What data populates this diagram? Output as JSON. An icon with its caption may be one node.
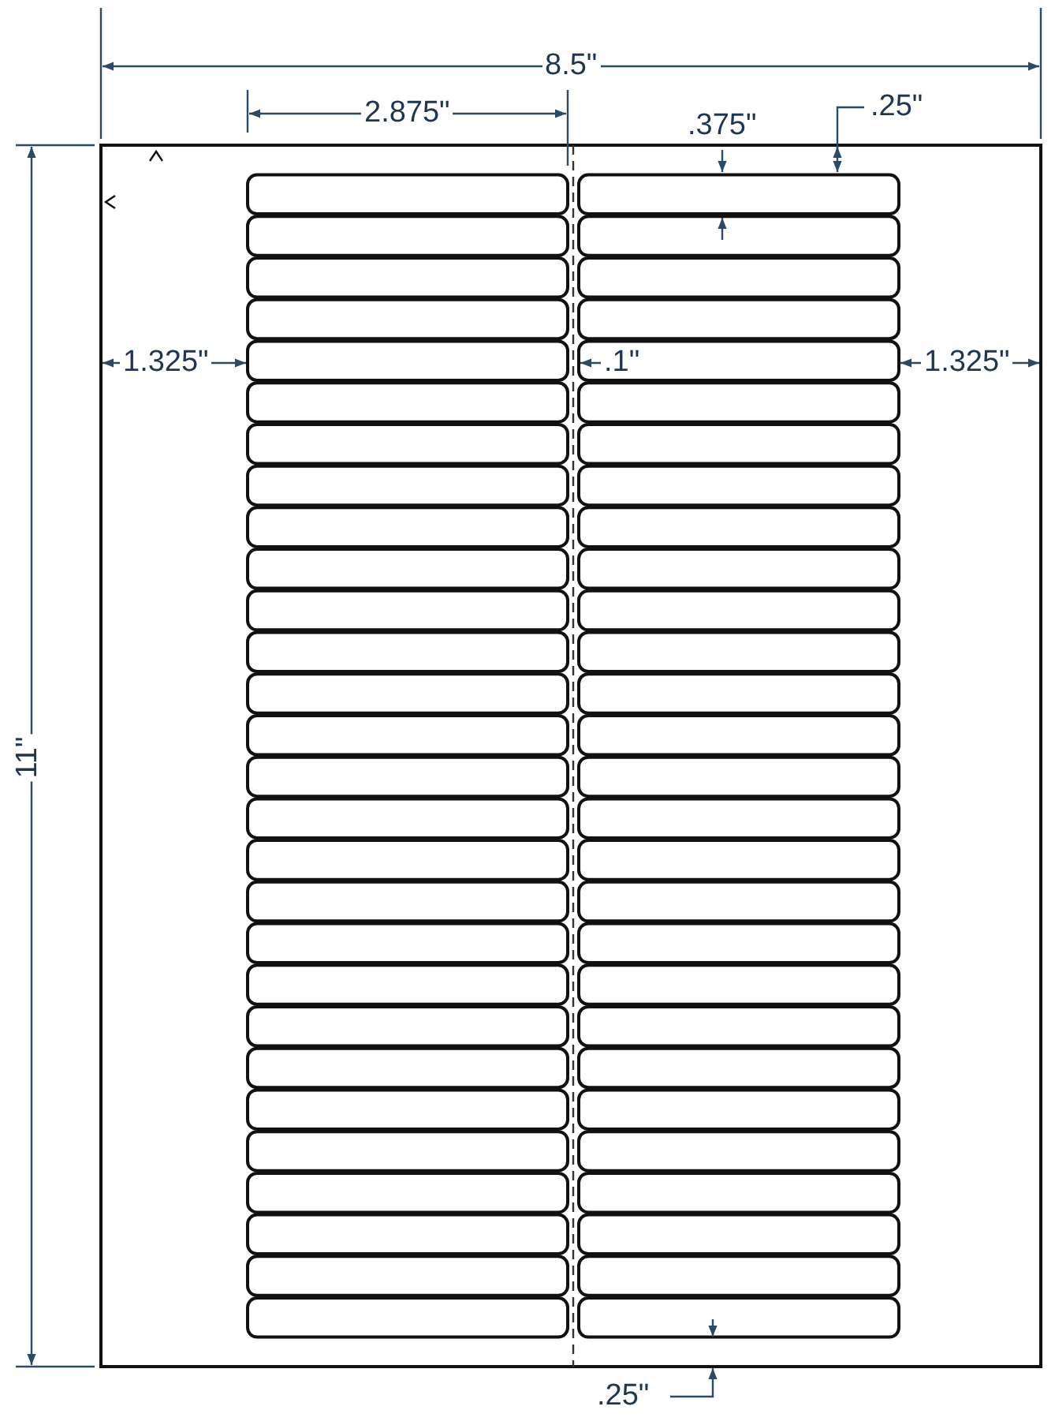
{
  "diagram": {
    "labels": [
      "8.5\"",
      "2.875\"",
      ".375\"",
      ".25\"",
      "1.325\"",
      ".1\"",
      "1.325\"",
      "11\"",
      ".25\""
    ]
  }
}
